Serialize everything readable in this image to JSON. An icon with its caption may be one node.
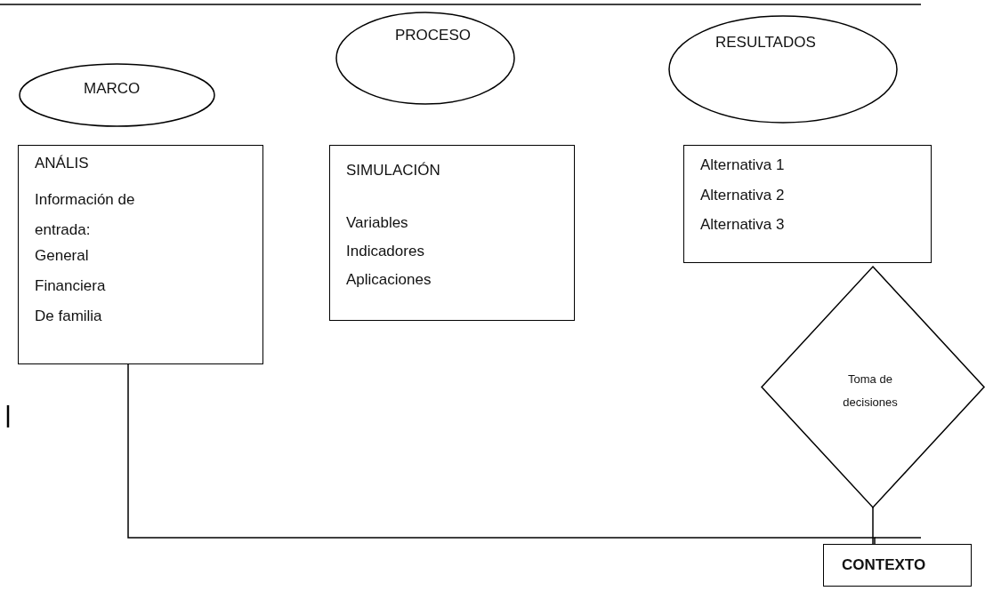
{
  "diagram": {
    "nodes": [
      {
        "text": [
          "MARCO"
        ]
      },
      {
        "text": [
          "PROCESO"
        ]
      },
      {
        "text": [
          "RESULTADOS"
        ]
      },
      {
        "text": [
          "ANÁLIS",
          "Información de entrada:",
          "General",
          "Financiera",
          "De familia"
        ]
      },
      {
        "text": [
          "SIMULACIÓN",
          "Variables",
          "Indicadores",
          "Aplicaciones"
        ]
      },
      {
        "text": [
          "Alternativa 1",
          "Alternativa 2",
          "Alternativa 3"
        ]
      },
      {
        "text": [
          "Toma de decisiones"
        ]
      },
      {
        "text": [
          "CONTEXTO"
        ]
      }
    ],
    "edges": [
      {
        "from": 3,
        "to": 7,
        "arrow": "none"
      },
      {
        "from": 6,
        "to": 7,
        "arrow": "none"
      }
    ]
  }
}
